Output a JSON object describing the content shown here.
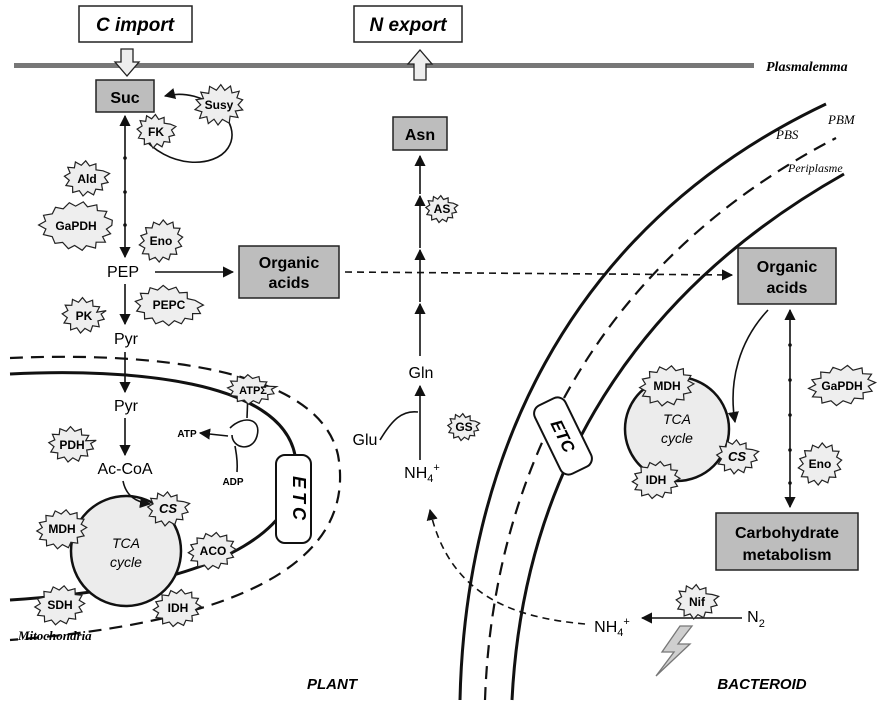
{
  "header": {
    "c_import": "C import",
    "n_export": "N export",
    "plasmalemma": "Plasmalemma"
  },
  "membranes": {
    "pbm": "PBM",
    "pbs": "PBS",
    "periplasme": "Periplasme",
    "mitochondria": "Mitochondria"
  },
  "compartments": {
    "plant": "PLANT",
    "bacteroid": "BACTEROID"
  },
  "metabolites": {
    "suc": "Suc",
    "pep": "PEP",
    "pyr_cyto": "Pyr",
    "pyr_mito": "Pyr",
    "ac_coa": "Ac-CoA",
    "organic_acids_plant": [
      "Organic",
      "acids"
    ],
    "organic_acids_bacteroid": [
      "Organic",
      "acids"
    ],
    "asn": "Asn",
    "gln": "Gln",
    "glu": "Glu",
    "nh4_plant": "NH4+",
    "nh4_bacteroid": "NH4+",
    "n2": "N2",
    "atp": "ATP",
    "adp": "ADP",
    "carbohydrate_metabolism": [
      "Carbohydrate",
      "metabolism"
    ]
  },
  "cycles": {
    "mito_tca": [
      "TCA",
      "cycle"
    ],
    "bact_tca": [
      "TCA",
      "cycle"
    ]
  },
  "etc_label": "ETC",
  "enzymes": {
    "susy": "Susy",
    "fk": "FK",
    "ald": "Ald",
    "gapdh_plant": "GaPDH",
    "eno_plant": "Eno",
    "pk": "PK",
    "pepc": "PEPC",
    "pdh": "PDH",
    "atp_synthase": "ATPΣ",
    "as": "AS",
    "gs": "GS",
    "cs_mito": "CS",
    "mdh_mito": "MDH",
    "aco": "ACO",
    "sdh": "SDH",
    "idh_mito": "IDH",
    "mdh_bact": "MDH",
    "cs_bact": "CS",
    "idh_bact": "IDH",
    "gapdh_bact": "GaPDH",
    "eno_bact": "Eno",
    "nif": "Nif"
  },
  "icons": [
    "lightning-icon",
    "arrow-down-icon",
    "arrow-up-icon"
  ]
}
